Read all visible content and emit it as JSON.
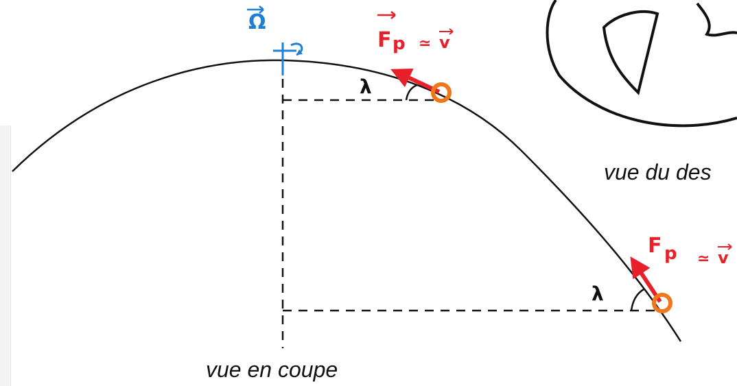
{
  "labels": {
    "omega_vector": "Ω",
    "force_top": "F",
    "force_top_subscript": "p",
    "approx_top": "≃",
    "velocity_top": "v",
    "force_bottom": "F",
    "force_bottom_subscript": "p",
    "approx_bottom": "≃",
    "velocity_bottom": "v",
    "lambda_top": "λ",
    "lambda_bottom": "λ",
    "caption_section": "vue en coupe",
    "caption_top": "vue du des"
  },
  "colors": {
    "line": "#111111",
    "force": "#e8202a",
    "omega": "#1f7fd1",
    "mass": "#f0771a"
  },
  "icons": {
    "mass_top": "particle-icon",
    "mass_bottom": "particle-icon",
    "rotation": "rotation-arrow-icon"
  }
}
